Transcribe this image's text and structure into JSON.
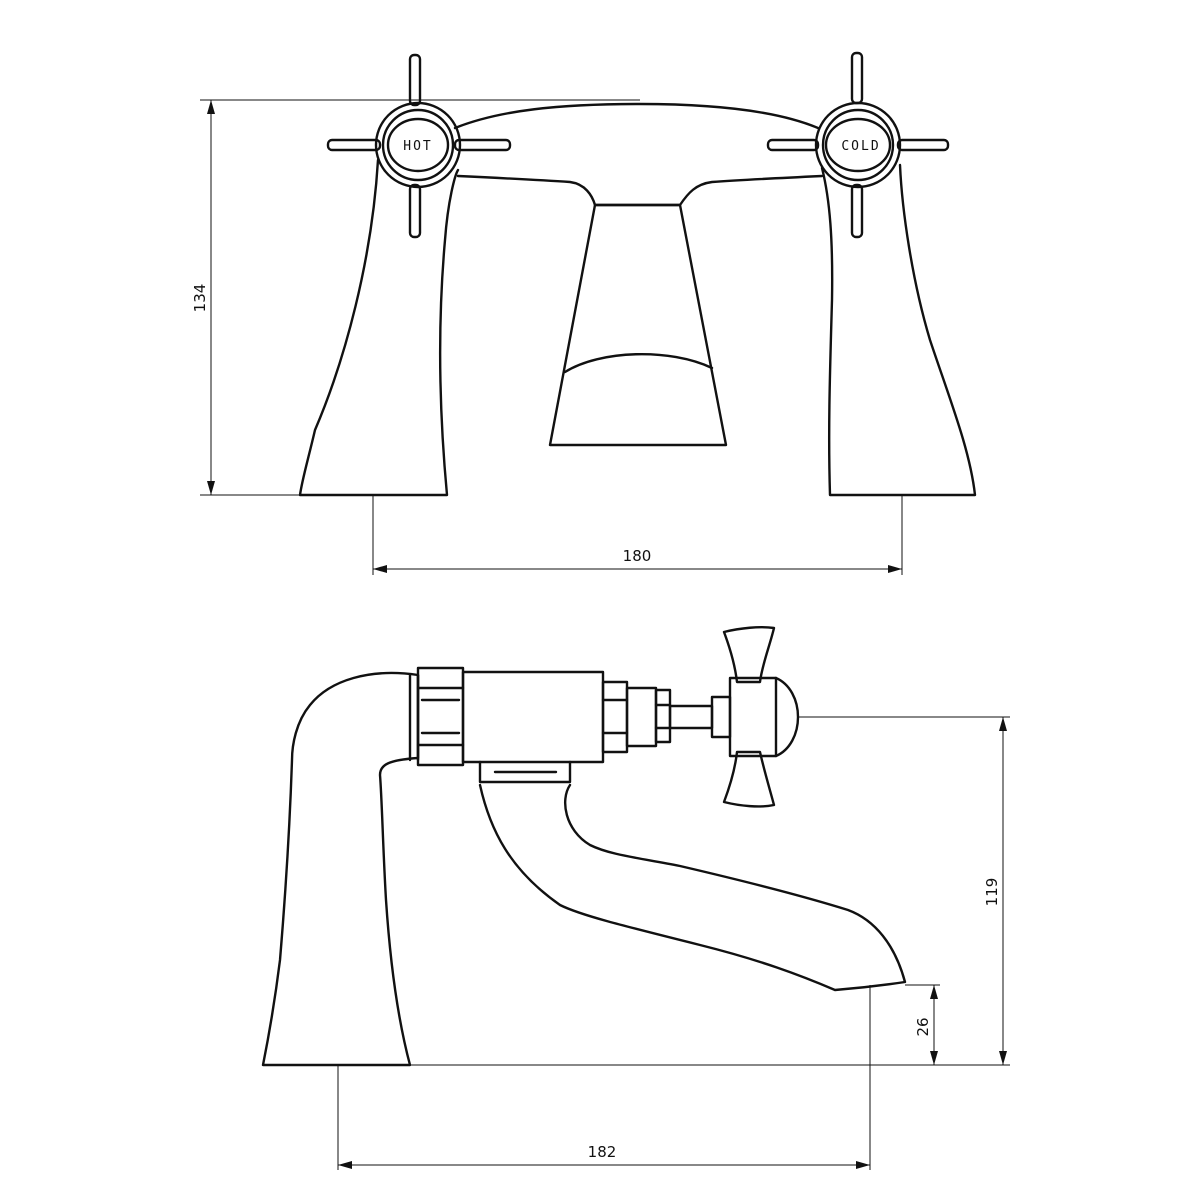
{
  "front_view": {
    "labels": {
      "hot": "HOT",
      "cold": "COLD"
    },
    "dimensions": {
      "height": "134",
      "width": "180"
    }
  },
  "side_view": {
    "dimensions": {
      "length": "182",
      "height": "119",
      "spout_height": "26"
    }
  }
}
